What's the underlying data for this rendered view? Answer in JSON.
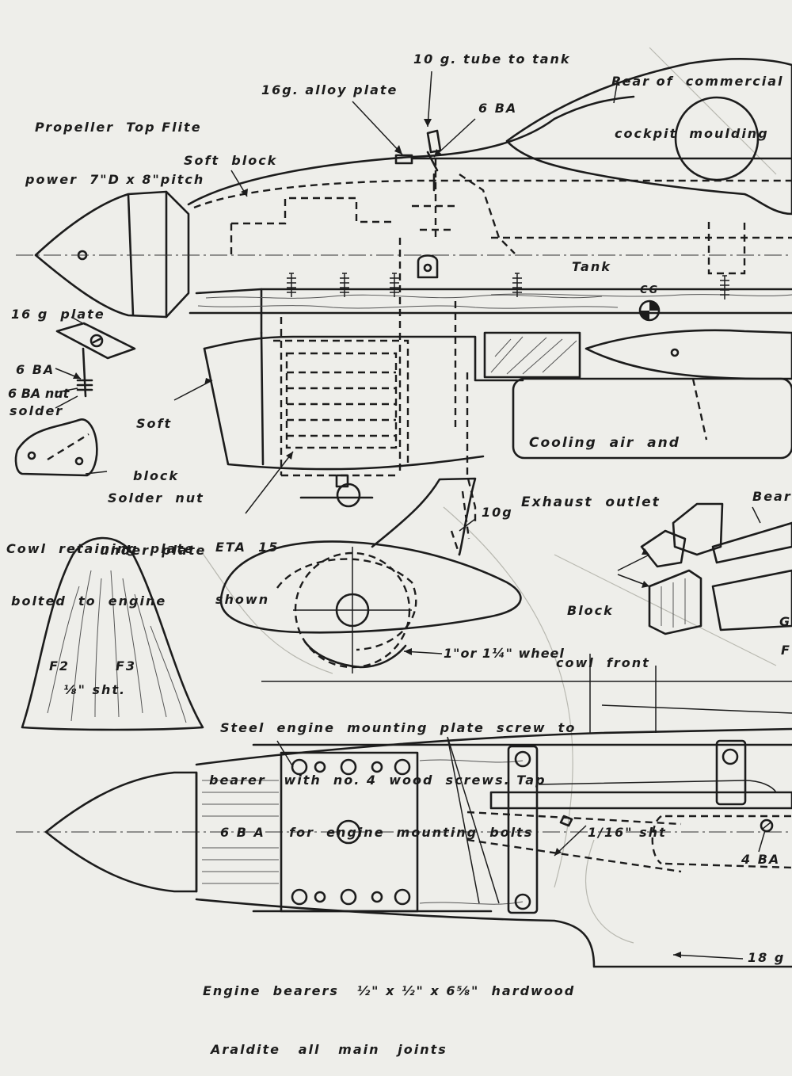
{
  "title_block": {
    "cockpit_note_1": "Rear of  commercial",
    "cockpit_note_2": "cockpit  moulding"
  },
  "labels": {
    "tube_to_tank": "10 g. tube to tank",
    "propeller_1": "Propeller  Top Flite",
    "propeller_2": "power  7\"D x 8\"pitch",
    "alloy_plate": "16g. alloy plate",
    "six_ba_top": "6 BA",
    "soft_block_top": "Soft  block",
    "tank": "Tank",
    "cg": "CG",
    "plate_16g": "16 g  plate",
    "six_ba_side": "6 BA",
    "six_ba_nut": "6 BA nut",
    "solder": "solder",
    "soft_block_side_1": "Soft",
    "soft_block_side_2": "block",
    "cooling_1": "Cooling  air  and",
    "cooling_2": "Exhaust  outlet",
    "solder_nut_1": "Solder  nut",
    "solder_nut_2": "under  plate",
    "cowl_plate_1": "Cowl  retaining  plate",
    "cowl_plate_2": "bolted  to  engine",
    "engine_1": "ETA  15",
    "engine_2": "shown",
    "ten_g": "10g",
    "bearer_cut": "Beare",
    "block_cowl_1": "Block",
    "block_cowl_2": "cowl  front",
    "f_cut": "F",
    "g_cut": "G",
    "wheel": "1\"or 1¼\" wheel",
    "former_f2": "F2",
    "former_f3": "F3",
    "former_sheet": "⅛\" sht.",
    "steel_1": "Steel  engine  mounting  plate  screw  to",
    "steel_2": "bearer   with  no. 4  wood  screws. Tap",
    "steel_3": "6 B A    for  engine  mounting  bolts",
    "sixteenth_sheet": "1/16\" sht",
    "four_ba": "4 BA",
    "bearers_1": "Engine  bearers   ½\" x ½\" x 6⅝\"  hardwood",
    "bearers_2": "Araldite   all   main   joints",
    "eighteen_g": "18 g"
  },
  "colors": {
    "paper": "#eeeeea",
    "ink": "#1c1c1c"
  }
}
